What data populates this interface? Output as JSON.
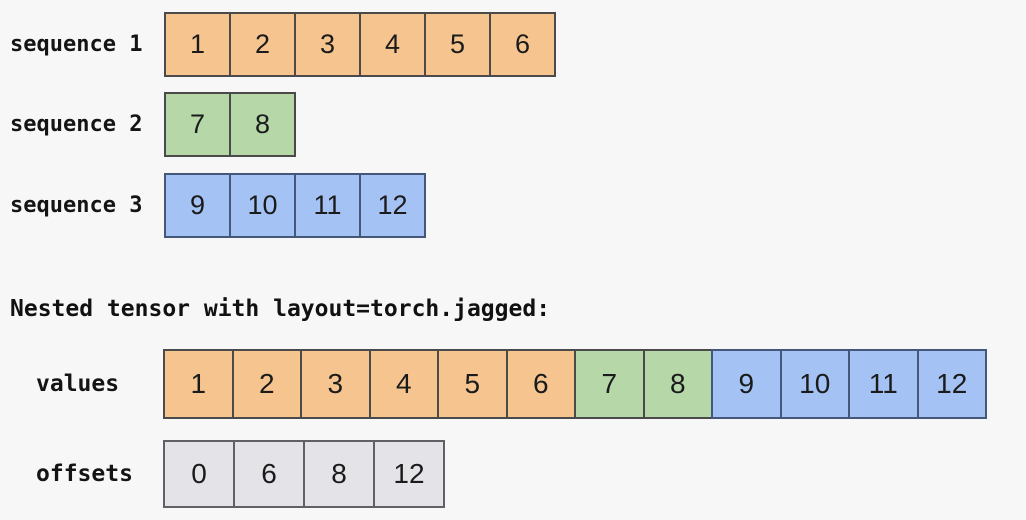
{
  "colors": {
    "background": "#f7f7f7",
    "orange": "#f6c48f",
    "green": "#b6d7a8",
    "blue": "#a4c2f4",
    "gray": "#e4e4e8",
    "border": "#4a4a4a",
    "border_blue": "#46587a",
    "border_gray": "#606066",
    "text": "#141414"
  },
  "sequences": [
    {
      "label": "sequence 1",
      "cells": [
        {
          "text": "1",
          "fill": "orange",
          "edge": "border"
        },
        {
          "text": "2",
          "fill": "orange",
          "edge": "border"
        },
        {
          "text": "3",
          "fill": "orange",
          "edge": "border"
        },
        {
          "text": "4",
          "fill": "orange",
          "edge": "border"
        },
        {
          "text": "5",
          "fill": "orange",
          "edge": "border"
        },
        {
          "text": "6",
          "fill": "orange",
          "edge": "border"
        }
      ]
    },
    {
      "label": "sequence 2",
      "cells": [
        {
          "text": "7",
          "fill": "green",
          "edge": "border"
        },
        {
          "text": "8",
          "fill": "green",
          "edge": "border"
        }
      ]
    },
    {
      "label": "sequence 3",
      "cells": [
        {
          "text": "9",
          "fill": "blue",
          "edge": "border_blue"
        },
        {
          "text": "10",
          "fill": "blue",
          "edge": "border_blue"
        },
        {
          "text": "11",
          "fill": "blue",
          "edge": "border_blue"
        },
        {
          "text": "12",
          "fill": "blue",
          "edge": "border_blue"
        }
      ]
    }
  ],
  "nested_tensor": {
    "heading": "Nested tensor with layout=torch.jagged:",
    "values_label": "values",
    "values_cells": [
      {
        "text": "1",
        "fill": "orange",
        "edge": "border"
      },
      {
        "text": "2",
        "fill": "orange",
        "edge": "border"
      },
      {
        "text": "3",
        "fill": "orange",
        "edge": "border"
      },
      {
        "text": "4",
        "fill": "orange",
        "edge": "border"
      },
      {
        "text": "5",
        "fill": "orange",
        "edge": "border"
      },
      {
        "text": "6",
        "fill": "orange",
        "edge": "border"
      },
      {
        "text": "7",
        "fill": "green",
        "edge": "border"
      },
      {
        "text": "8",
        "fill": "green",
        "edge": "border"
      },
      {
        "text": "9",
        "fill": "blue",
        "edge": "border_blue"
      },
      {
        "text": "10",
        "fill": "blue",
        "edge": "border_blue"
      },
      {
        "text": "11",
        "fill": "blue",
        "edge": "border_blue"
      },
      {
        "text": "12",
        "fill": "blue",
        "edge": "border_blue"
      }
    ],
    "offsets_label": "offsets",
    "offsets_cells": [
      {
        "text": "0",
        "fill": "gray",
        "edge": "border_gray"
      },
      {
        "text": "6",
        "fill": "gray",
        "edge": "border_gray"
      },
      {
        "text": "8",
        "fill": "gray",
        "edge": "border_gray"
      },
      {
        "text": "12",
        "fill": "gray",
        "edge": "border_gray"
      }
    ]
  }
}
